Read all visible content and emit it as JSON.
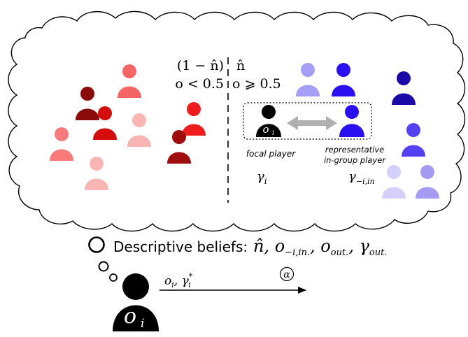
{
  "group_left": {
    "fraction": "(1 − n̂)",
    "condition": "o < 0.5"
  },
  "group_right": {
    "fraction": "n̂",
    "condition": "o ⩾ 0.5"
  },
  "focal": {
    "token": "o",
    "subscript": "i",
    "caption": "focal player",
    "gamma": "γ",
    "gamma_sub": "i"
  },
  "representative": {
    "caption_line1": "representative",
    "caption_line2": "in-group player",
    "gamma": "γ",
    "gamma_sub": "−i,in"
  },
  "beliefs": {
    "label": "Descriptive beliefs:",
    "items": "n̂, o",
    "item2_sub": "−i,in.",
    "item3": ", o",
    "item3_sub": "out.",
    "item4": ", γ",
    "item4_sub": "out."
  },
  "action": {
    "label": "o",
    "label_sub": "i",
    "gamma": ", γ",
    "gamma_sub": "i",
    "gamma_sup": "*",
    "marker": "α"
  },
  "thinker": {
    "token": "o",
    "subscript": "i"
  },
  "colors": {
    "red_dark": "#8b0a0a",
    "red_mid": "#d40d0d",
    "red_bright": "#ee1c1c",
    "red_salmon": "#f46666",
    "red_coral": "#f87a7a",
    "red_light": "#f9b4b4",
    "blue_dark": "#1c0aa8",
    "blue_bright": "#2a10f0",
    "blue_mid": "#5540f4",
    "blue_light": "#a79ef8",
    "blue_pale": "#d4cffb",
    "blue_lavender": "#a59bf5",
    "focal": "#000000",
    "arrow": "#b0b0b0"
  }
}
